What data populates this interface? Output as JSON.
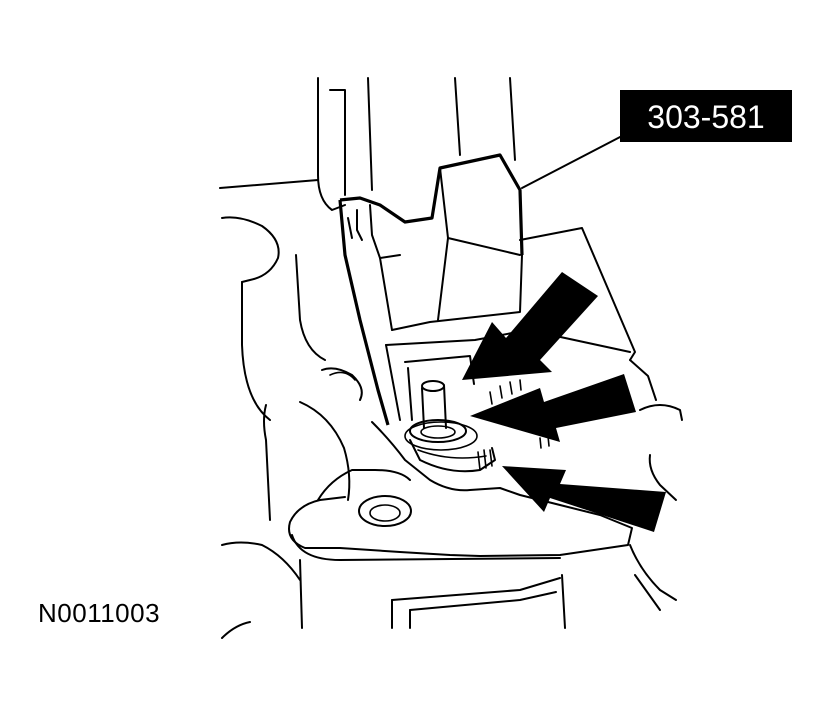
{
  "diagram": {
    "tool_callout": "303-581",
    "figure_id": "N0011003",
    "colors": {
      "line": "#000000",
      "background": "#ffffff",
      "callout_box": "#000000",
      "callout_text": "#ffffff"
    },
    "arrow_count": 3
  }
}
